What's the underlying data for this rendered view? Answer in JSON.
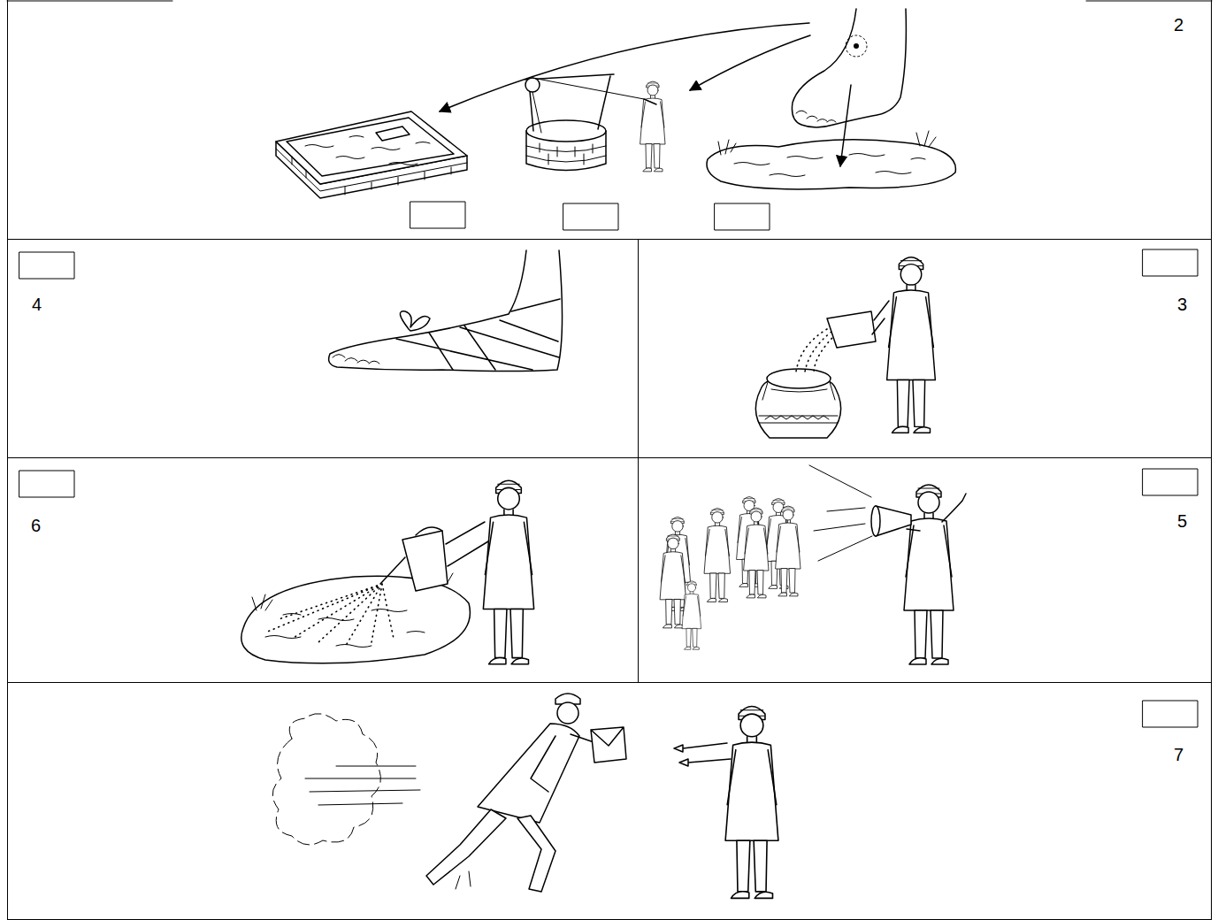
{
  "diagram": {
    "nodes": [
      {
        "text": [
          "2"
        ]
      },
      {
        "text": [
          "4"
        ]
      },
      {
        "text": [
          "3"
        ]
      },
      {
        "text": [
          "6"
        ]
      },
      {
        "text": [
          "5"
        ]
      },
      {
        "text": [
          "7"
        ]
      }
    ]
  }
}
